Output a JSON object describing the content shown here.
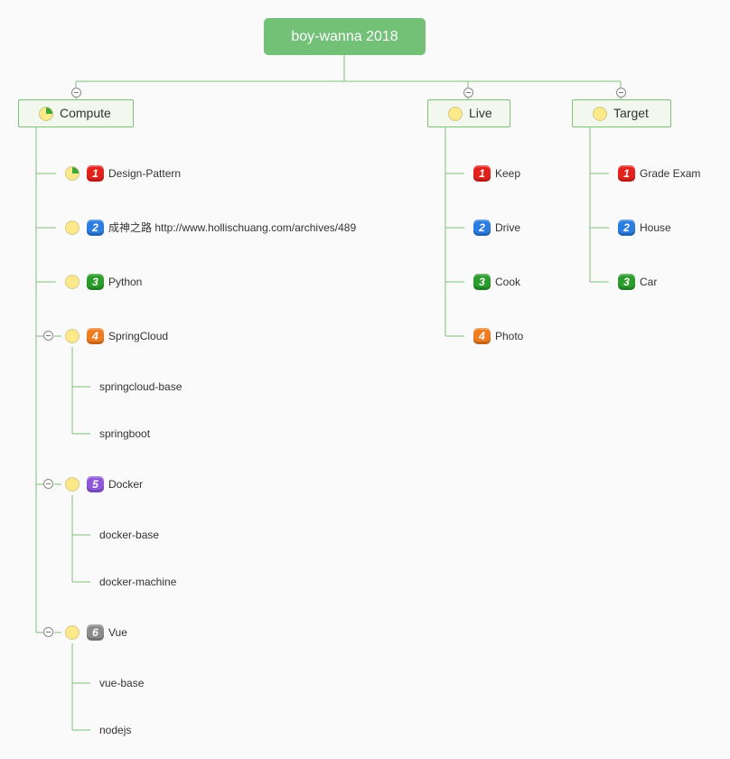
{
  "root": {
    "label": "boy-wanna 2018"
  },
  "branches": {
    "compute": {
      "label": "Compute"
    },
    "live": {
      "label": "Live"
    },
    "target": {
      "label": "Target"
    }
  },
  "compute_items": [
    {
      "label": "Design-Pattern",
      "priority": "1",
      "progress": 0.25
    },
    {
      "label": "成神之路  http://www.hollischuang.com/archives/489",
      "priority": "2",
      "progress": 0
    },
    {
      "label": "Python",
      "priority": "3",
      "progress": 0
    },
    {
      "label": "SpringCloud",
      "priority": "4",
      "progress": 0,
      "children": [
        "springcloud-base",
        "springboot"
      ]
    },
    {
      "label": "Docker",
      "priority": "5",
      "progress": 0,
      "children": [
        "docker-base",
        "docker-machine"
      ]
    },
    {
      "label": "Vue",
      "priority": "6",
      "progress": 0,
      "children": [
        "vue-base",
        "nodejs"
      ]
    }
  ],
  "live_items": [
    {
      "label": "Keep",
      "priority": "1"
    },
    {
      "label": "Drive",
      "priority": "2"
    },
    {
      "label": "Cook",
      "priority": "3"
    },
    {
      "label": "Photo",
      "priority": "4"
    }
  ],
  "target_items": [
    {
      "label": "Grade Exam",
      "priority": "1"
    },
    {
      "label": "House",
      "priority": "2"
    },
    {
      "label": "Car",
      "priority": "3"
    }
  ],
  "compute_progress": 0.25,
  "colors": {
    "root": "#73c077",
    "line": "#7fbf7b",
    "priority": {
      "1": "#e4221c",
      "2": "#2b7de1",
      "3": "#2a9d2a",
      "4": "#ee7d22",
      "5": "#8e57d9",
      "6": "#8c8c8c"
    }
  },
  "icons": {
    "progress": "pie-progress-icon",
    "collapse": "collapse-minus-icon"
  }
}
